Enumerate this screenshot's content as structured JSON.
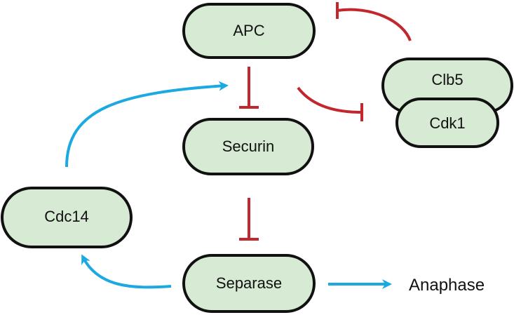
{
  "nodes": {
    "apc": "APC",
    "clb5": "Clb5",
    "cdk1": "Cdk1",
    "securin": "Securin",
    "cdc14": "Cdc14",
    "separase": "Separase"
  },
  "outputs": {
    "anaphase": "Anaphase"
  },
  "colors": {
    "node_fill": "#d7ead3",
    "node_stroke": "#111111",
    "inhibit": "#c2272d",
    "activate": "#1ca9e1",
    "text": "#111111"
  }
}
